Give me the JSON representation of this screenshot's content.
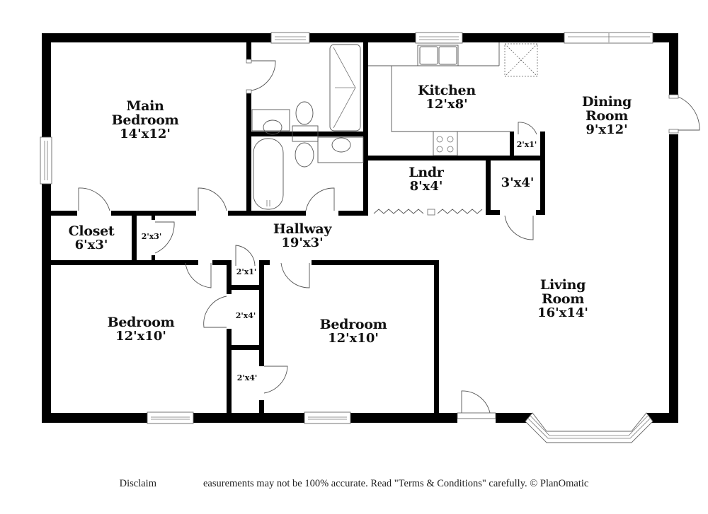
{
  "floorplan": {
    "rooms": [
      {
        "id": "main-bedroom",
        "name": "Main Bedroom",
        "name_line1": "Main",
        "name_line2": "Bedroom",
        "dimensions": "14'x12'"
      },
      {
        "id": "kitchen",
        "name": "Kitchen",
        "dimensions": "12'x8'"
      },
      {
        "id": "dining-room",
        "name": "Dining Room",
        "name_line1": "Dining",
        "name_line2": "Room",
        "dimensions": "9'x12'"
      },
      {
        "id": "laundry",
        "name": "Lndr",
        "dimensions": "8'x4'"
      },
      {
        "id": "pantry",
        "name": "",
        "dimensions": "3'x4'"
      },
      {
        "id": "kitchen-closet",
        "name": "",
        "dimensions": "2'x1'"
      },
      {
        "id": "closet",
        "name": "Closet",
        "dimensions": "6'x3'"
      },
      {
        "id": "hall-closet",
        "name": "",
        "dimensions": "2'x3'"
      },
      {
        "id": "hallway",
        "name": "Hallway",
        "dimensions": "19'x3'"
      },
      {
        "id": "linen-closet",
        "name": "",
        "dimensions": "2'x1'"
      },
      {
        "id": "bedroom-1-closet",
        "name": "",
        "dimensions": "2'x4'"
      },
      {
        "id": "bedroom-2-closet",
        "name": "",
        "dimensions": "2'x4'"
      },
      {
        "id": "bedroom-1",
        "name": "Bedroom",
        "dimensions": "12'x10'"
      },
      {
        "id": "bedroom-2",
        "name": "Bedroom",
        "dimensions": "12'x10'"
      },
      {
        "id": "living-room",
        "name": "Living Room",
        "name_line1": "Living",
        "name_line2": "Room",
        "dimensions": "16'x14'"
      }
    ],
    "colors": {
      "wall": "#000000",
      "background": "#ffffff",
      "fixture_line": "#555555"
    }
  },
  "footer": {
    "disclaimer_start": "Disclaim",
    "disclaimer_rest": "easurements may not be 100% accurate. Read \"Terms & Conditions\" carefully. © PlanOmatic"
  }
}
